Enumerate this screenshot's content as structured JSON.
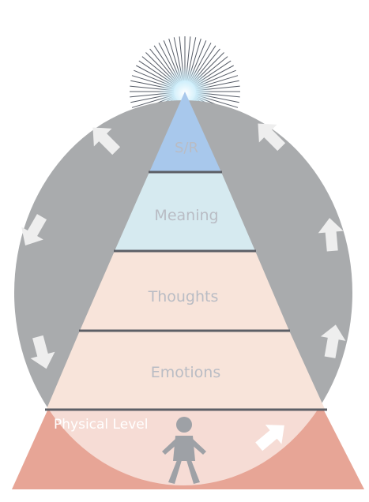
{
  "colors": {
    "background": "#ffffff",
    "oval": "#a9abad",
    "ray": "#555b66",
    "glow": "#bfe8f8",
    "tier_sr": "#a8c8ec",
    "tier_meaning": "#d6eaf0",
    "tier_thoughts": "#f8e4da",
    "tier_emotions": "#f8e4da",
    "physical": "#e7a596",
    "physical_light": "#f6dcd5",
    "divider": "#5d5f66",
    "tier_text": "#b9bcc4",
    "physical_text": "#ffffff",
    "arrow": "#eeeeee",
    "figure": "#9ea1a6"
  },
  "diagram": {
    "tiers": [
      {
        "id": "sr",
        "label": "S/R"
      },
      {
        "id": "meaning",
        "label": "Meaning"
      },
      {
        "id": "thoughts",
        "label": "Thoughts"
      },
      {
        "id": "emotions",
        "label": "Emotions"
      }
    ],
    "physical": {
      "label": "Physical Level"
    },
    "icons": {
      "figure": "person-icon",
      "arrow": "arrow-icon",
      "burst": "sunburst-icon"
    }
  }
}
